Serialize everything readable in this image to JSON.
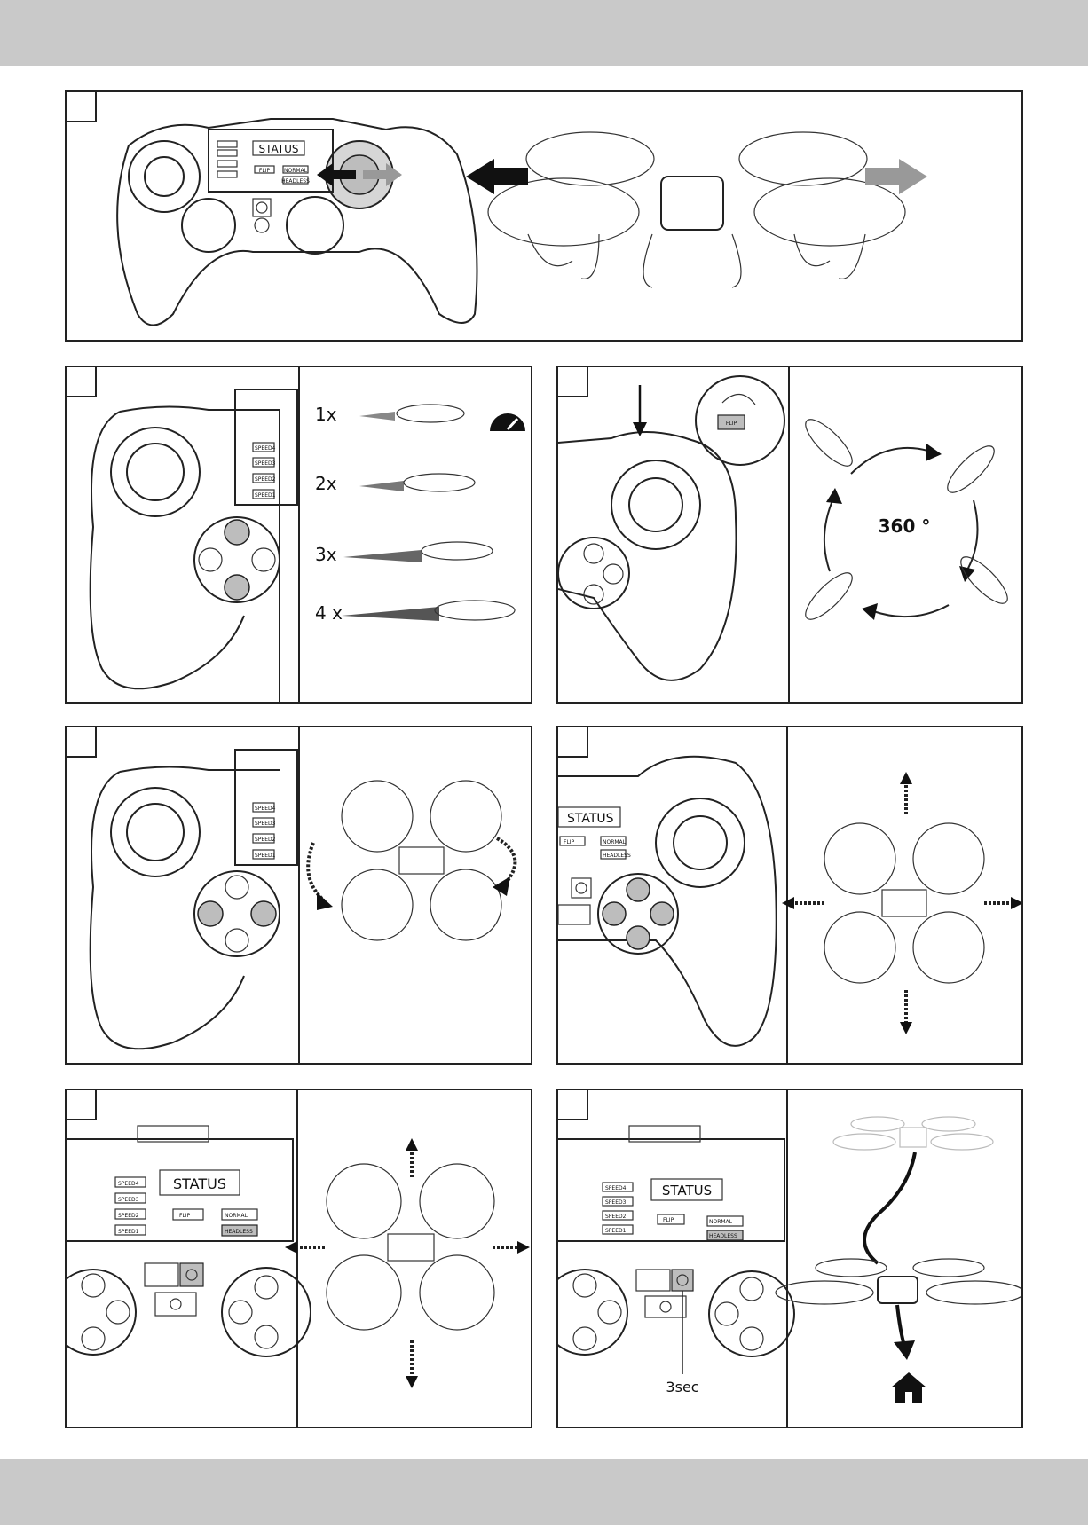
{
  "page": {
    "top_bar_color": "#c9c9c9",
    "bottom_bar_color": "#c9c9c9"
  },
  "controller": {
    "status_label": "STATUS",
    "flip_label": "FLIP",
    "normal_label": "NORMAL",
    "headless_label": "HEADLESS",
    "speed_labels": [
      "SPEED4",
      "SPEED3",
      "SPEED2",
      "SPEED1"
    ]
  },
  "panel_speed": {
    "steps": [
      "1x",
      "2x",
      "3x",
      "4 x"
    ],
    "icon": "speedometer-icon"
  },
  "panel_flip": {
    "flip_button_label": "FLIP",
    "rotation_label": "360 °"
  },
  "panel_return_home": {
    "hold_label": "3sec",
    "icon": "home-icon"
  }
}
